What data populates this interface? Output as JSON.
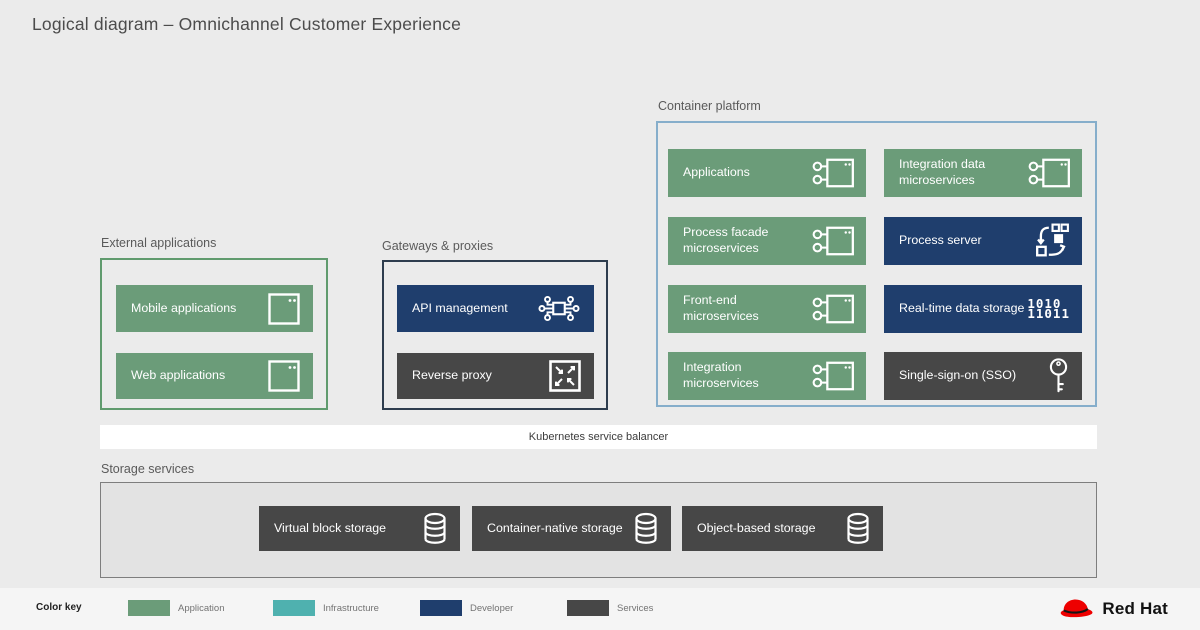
{
  "title": "Logical diagram – Omnichannel Customer Experience",
  "container_platform": {
    "label": "Container platform",
    "items": [
      {
        "label": "Applications",
        "icon": "microservices-icon",
        "type": "application"
      },
      {
        "label": "Integration data microservices",
        "icon": "microservices-icon",
        "type": "application"
      },
      {
        "label": "Process facade microservices",
        "icon": "microservices-icon",
        "type": "application"
      },
      {
        "label": "Process server",
        "icon": "process-icon",
        "type": "developer"
      },
      {
        "label": "Front-end microservices",
        "icon": "microservices-icon",
        "type": "application"
      },
      {
        "label": "Real-time data storage",
        "icon": "binary-data-icon",
        "type": "developer",
        "icon_text_line1": "1010",
        "icon_text_line2": "11011"
      },
      {
        "label": "Integration microservices",
        "icon": "microservices-icon",
        "type": "application"
      },
      {
        "label": "Single-sign-on (SSO)",
        "icon": "key-icon",
        "type": "services"
      }
    ]
  },
  "external_applications": {
    "label": "External applications",
    "items": [
      {
        "label": "Mobile applications",
        "icon": "application-icon",
        "type": "application"
      },
      {
        "label": "Web applications",
        "icon": "application-icon",
        "type": "application"
      }
    ]
  },
  "gateways_proxies": {
    "label": "Gateways & proxies",
    "items": [
      {
        "label": "API management",
        "icon": "api-icon",
        "type": "developer"
      },
      {
        "label": "Reverse proxy",
        "icon": "route-arrows-icon",
        "type": "services"
      }
    ]
  },
  "kubernetes_balancer": {
    "label": "Kubernetes service balancer"
  },
  "storage_services": {
    "label": "Storage services",
    "items": [
      {
        "label": "Virtual block storage",
        "icon": "database-icon",
        "type": "services"
      },
      {
        "label": "Container-native storage",
        "icon": "database-icon",
        "type": "services"
      },
      {
        "label": "Object-based storage",
        "icon": "database-icon",
        "type": "services"
      }
    ]
  },
  "color_key": {
    "label": "Color key",
    "entries": [
      {
        "label": "Application",
        "color": "#6b9c79"
      },
      {
        "label": "Infrastructure",
        "color": "#4fb1af"
      },
      {
        "label": "Developer",
        "color": "#1f3e6d"
      },
      {
        "label": "Services",
        "color": "#474747"
      }
    ]
  },
  "brand": {
    "name": "Red Hat",
    "logo": "red-fedora-icon"
  },
  "colors": {
    "application": "#6b9c79",
    "infrastructure": "#4fb1af",
    "developer": "#1f3e6d",
    "services": "#474747",
    "container_border": "#86aecb",
    "external_border": "#609b6e",
    "gateway_border": "#2e3d4e",
    "background": "#ebebeb",
    "balancer_bar": "#ffffff"
  }
}
